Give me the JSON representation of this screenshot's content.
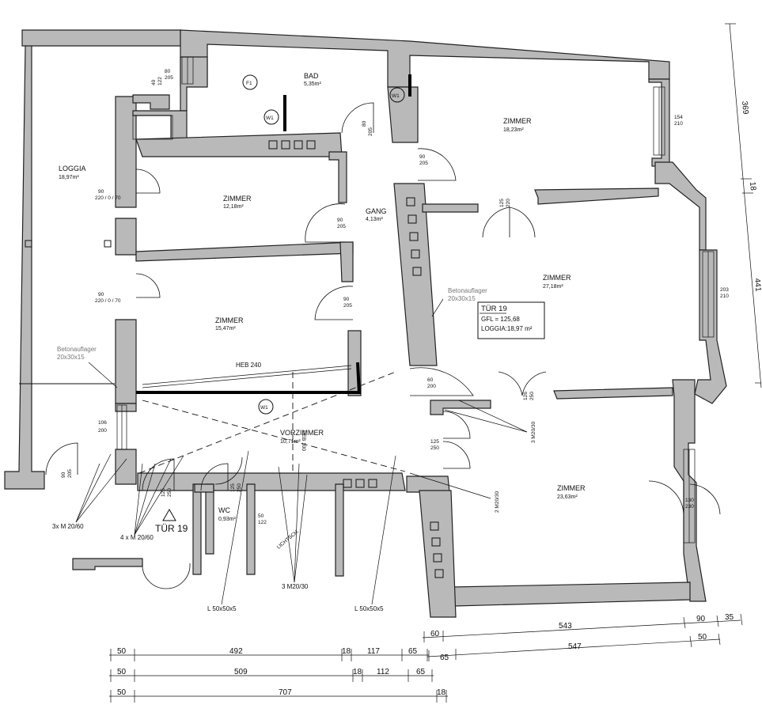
{
  "rooms": {
    "loggia": {
      "name": "LOGGIA",
      "area": "18,97m²"
    },
    "bad": {
      "name": "BAD",
      "area": "5,35m²"
    },
    "zimmer_1": {
      "name": "ZIMMER",
      "area": "12,18m²"
    },
    "zimmer_2": {
      "name": "ZIMMER",
      "area": "15,47m²"
    },
    "gang": {
      "name": "GANG",
      "area": "4,13m²"
    },
    "vorzimmer": {
      "name": "VORZIMMER",
      "area": "10,71m²"
    },
    "wc": {
      "name": "WC",
      "area": "0,93m²"
    },
    "zimmer_3": {
      "name": "ZIMMER",
      "area": "18,23m²"
    },
    "zimmer_4": {
      "name": "ZIMMER",
      "area": "27,18m²"
    },
    "zimmer_5": {
      "name": "ZIMMER",
      "area": "23,63m²"
    }
  },
  "summary": {
    "title": "TÜR 19",
    "gfl": "GFL = 125,68",
    "loggia": "LOGGIA:18,97 m²"
  },
  "labels": {
    "heb": "HEB 240",
    "heb_vertical": "HEB 100",
    "betonauflager_1": "Betonauflager",
    "betonauflager_1b": "20x30x15",
    "betonauflager_2": "Betonauflager",
    "betonauflager_2b": "20x30x15",
    "tuer": "TÜR 19",
    "m_3x": "3x M 20/60",
    "m_4x": "4 x M 20/60",
    "m_3_center": "3 M20/30",
    "m_3_right": "3 M20/30",
    "m_2": "2 M20/30",
    "l_1": "L 50x50x5",
    "l_2": "L 50x50x5",
    "f1": "F1",
    "w1": "W1",
    "lichtschacht": "LICHTSCH."
  },
  "openings": {
    "o1a": "90",
    "o1b": "220 / 0 / 70",
    "o2a": "90",
    "o2b": "220 / 0 / 70",
    "o3a": "90",
    "o3b": "205",
    "o4a": "90",
    "o4b": "205",
    "o5a": "80",
    "o5b": "205",
    "o6a": "80",
    "o6b": "205",
    "o7a": "90",
    "o7b": "205",
    "o8a": "125",
    "o8b": "220",
    "o9a": "106",
    "o9b": "200",
    "o10a": "90",
    "o10b": "205",
    "o11a": "125",
    "o11b": "250",
    "o12a": "60",
    "o12b": "200",
    "o13a": "125",
    "o13b": "250",
    "o14a": "126",
    "o14b": "250",
    "o15a": "125",
    "o15b": "250",
    "o16a": "154",
    "o16b": "210",
    "o17a": "203",
    "o17b": "210",
    "o18a": "130",
    "o18b": "230",
    "o19a": "50",
    "o19b": "122",
    "o20a": "40",
    "o20b": "122"
  },
  "dimensions": {
    "right_top": "369",
    "right_mid": "18",
    "right_bot": "441",
    "r1": [
      "60",
      "543",
      "90",
      "35"
    ],
    "r2": [
      "65",
      "547",
      "50"
    ],
    "row1": [
      "50",
      "492",
      "18",
      "117",
      "65"
    ],
    "row2": [
      "50",
      "509",
      "18",
      "112",
      "65"
    ],
    "row3": [
      "50",
      "707",
      "18"
    ]
  }
}
